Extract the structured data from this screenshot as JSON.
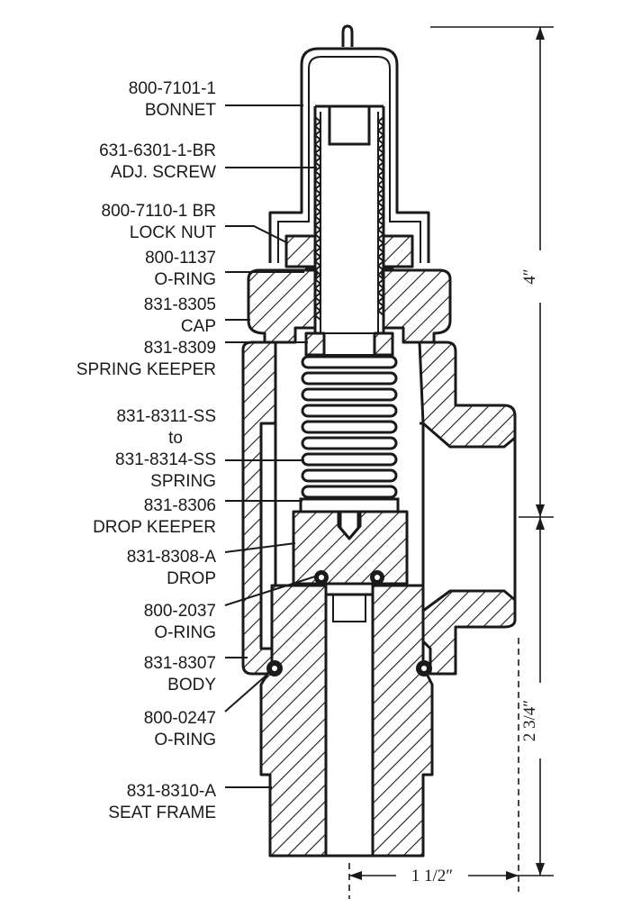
{
  "parts": [
    {
      "number": "800-7101-1",
      "name": "BONNET"
    },
    {
      "number": "631-6301-1-BR",
      "name": "ADJ. SCREW"
    },
    {
      "number": "800-7110-1 BR",
      "name": "LOCK NUT"
    },
    {
      "number": "800-1137",
      "name": "O-RING"
    },
    {
      "number": "831-8305",
      "name": "CAP"
    },
    {
      "number": "831-8309",
      "name": "SPRING KEEPER"
    },
    {
      "number": "831-8311-SS",
      "connector": "to",
      "number2": "831-8314-SS",
      "name": "SPRING"
    },
    {
      "number": "831-8306",
      "name": "DROP KEEPER"
    },
    {
      "number": "831-8308-A",
      "name": "DROP"
    },
    {
      "number": "800-2037",
      "name": "O-RING"
    },
    {
      "number": "831-8307",
      "name": "BODY"
    },
    {
      "number": "800-0247",
      "name": "O-RING"
    },
    {
      "number": "831-8310-A",
      "name": "SEAT FRAME"
    }
  ],
  "dimensions": {
    "overall_height": "4″",
    "lower_height": "2 3/4″",
    "width": "1 1/2″"
  },
  "icons": {
    "hatching": "cross-section-hatch-pattern",
    "oring": "oring-cross-section-dot"
  }
}
